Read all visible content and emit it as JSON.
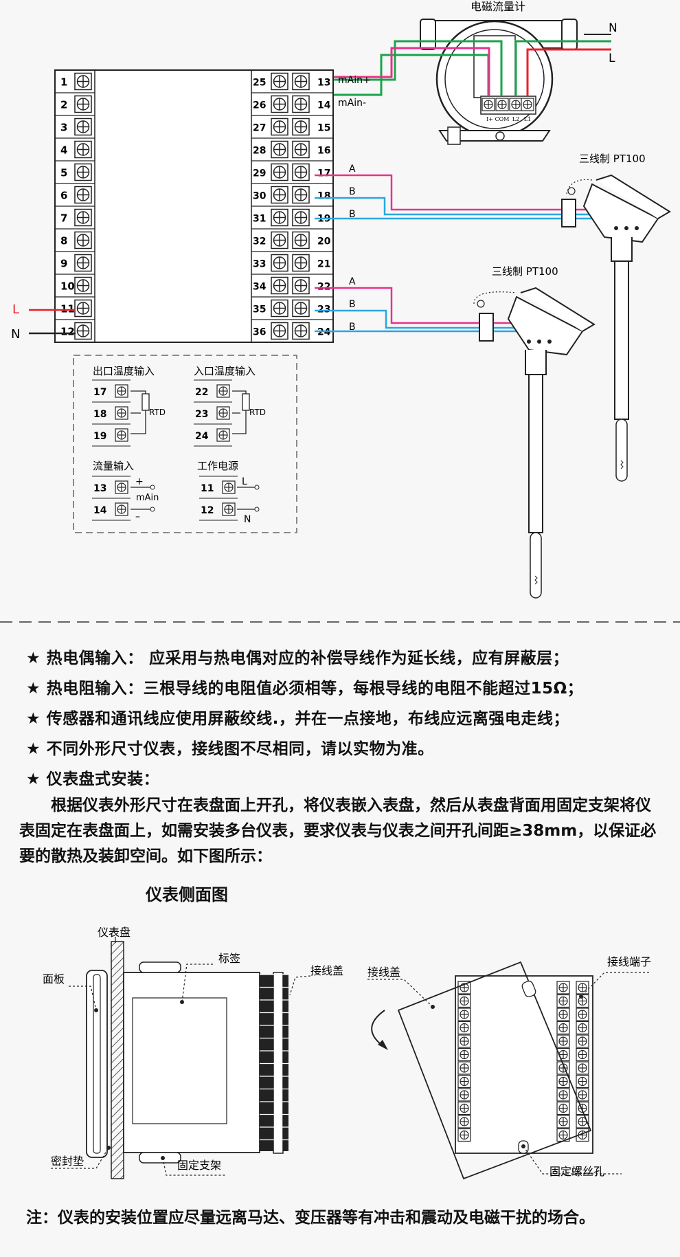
{
  "flowmeter": {
    "title": "电磁流量计",
    "term_labels": [
      "I+",
      "COM",
      "L2",
      "L1"
    ],
    "n": "N",
    "l": "L"
  },
  "meter": {
    "left_terms": [
      "1",
      "2",
      "3",
      "4",
      "5",
      "6",
      "7",
      "8",
      "9",
      "10",
      "11",
      "12"
    ],
    "mid_terms": [
      "25",
      "26",
      "27",
      "28",
      "29",
      "30",
      "31",
      "32",
      "33",
      "34",
      "35",
      "36"
    ],
    "right_terms": [
      "13",
      "14",
      "15",
      "16",
      "17",
      "18",
      "19",
      "20",
      "21",
      "22",
      "23",
      "24"
    ],
    "mAin_plus": "mAin+",
    "mAin_minus": "mAin-",
    "L": "L",
    "N": "N"
  },
  "sensor1": {
    "title": "三线制  PT100",
    "a": "A",
    "b1": "B",
    "b2": "B"
  },
  "sensor2": {
    "title": "三线制  PT100",
    "a": "A",
    "b1": "B",
    "b2": "B"
  },
  "legend": {
    "out_title": "出口温度输入",
    "out_terms": [
      "17",
      "18",
      "19"
    ],
    "rtd": "RTD",
    "in_title": "入口温度输入",
    "in_terms": [
      "22",
      "23",
      "24"
    ],
    "flow_title": "流量输入",
    "flow_terms": [
      "13",
      "14"
    ],
    "plus": "+",
    "minus": "–",
    "mAin": "mAin",
    "power_title": "工作电源",
    "power_terms": [
      "11",
      "12"
    ],
    "L": "L",
    "N": "N"
  },
  "bullets": [
    "★  热电偶输入：  应采用与热电偶对应的补偿导线作为延长线，应有屏蔽层；",
    "★  热电阻输入：三根导线的电阻值必须相等，每根导线的电阻不能超过15Ω；",
    "★  传感器和通讯线应使用屏蔽绞线.，并在一点接地，布线应远离强电走线；",
    "★  不同外形尺寸仪表，接线图不尽相同，请以实物为准。",
    "★  仪表盘式安装："
  ],
  "paragraph": "　　根据仪表外形尺寸在表盘面上开孔，将仪表嵌入表盘，然后从表盘背面用固定支架将仪表固定在表盘面上，如需安装多台仪表，要求仪表与仪表之间开孔间距≥38mm，以保证必要的散热及装卸空间。如下图所示：",
  "side": {
    "title": "仪表侧面图",
    "panel": "仪表盘",
    "face": "面板",
    "label": "标签",
    "cover": "接线盖",
    "gasket": "密封垫",
    "bracket": "固定支架"
  },
  "back": {
    "cover": "接线盖",
    "terminal": "接线端子",
    "screw": "固定螺丝孔"
  },
  "note": "注：仪表的安装位置应尽量远离马达、变压器等有冲击和震动及电磁干扰的场合。",
  "colors": {
    "green": "#1aa34a",
    "red": "#e8202a",
    "magenta": "#e5338a",
    "blue": "#2aa6e0"
  }
}
